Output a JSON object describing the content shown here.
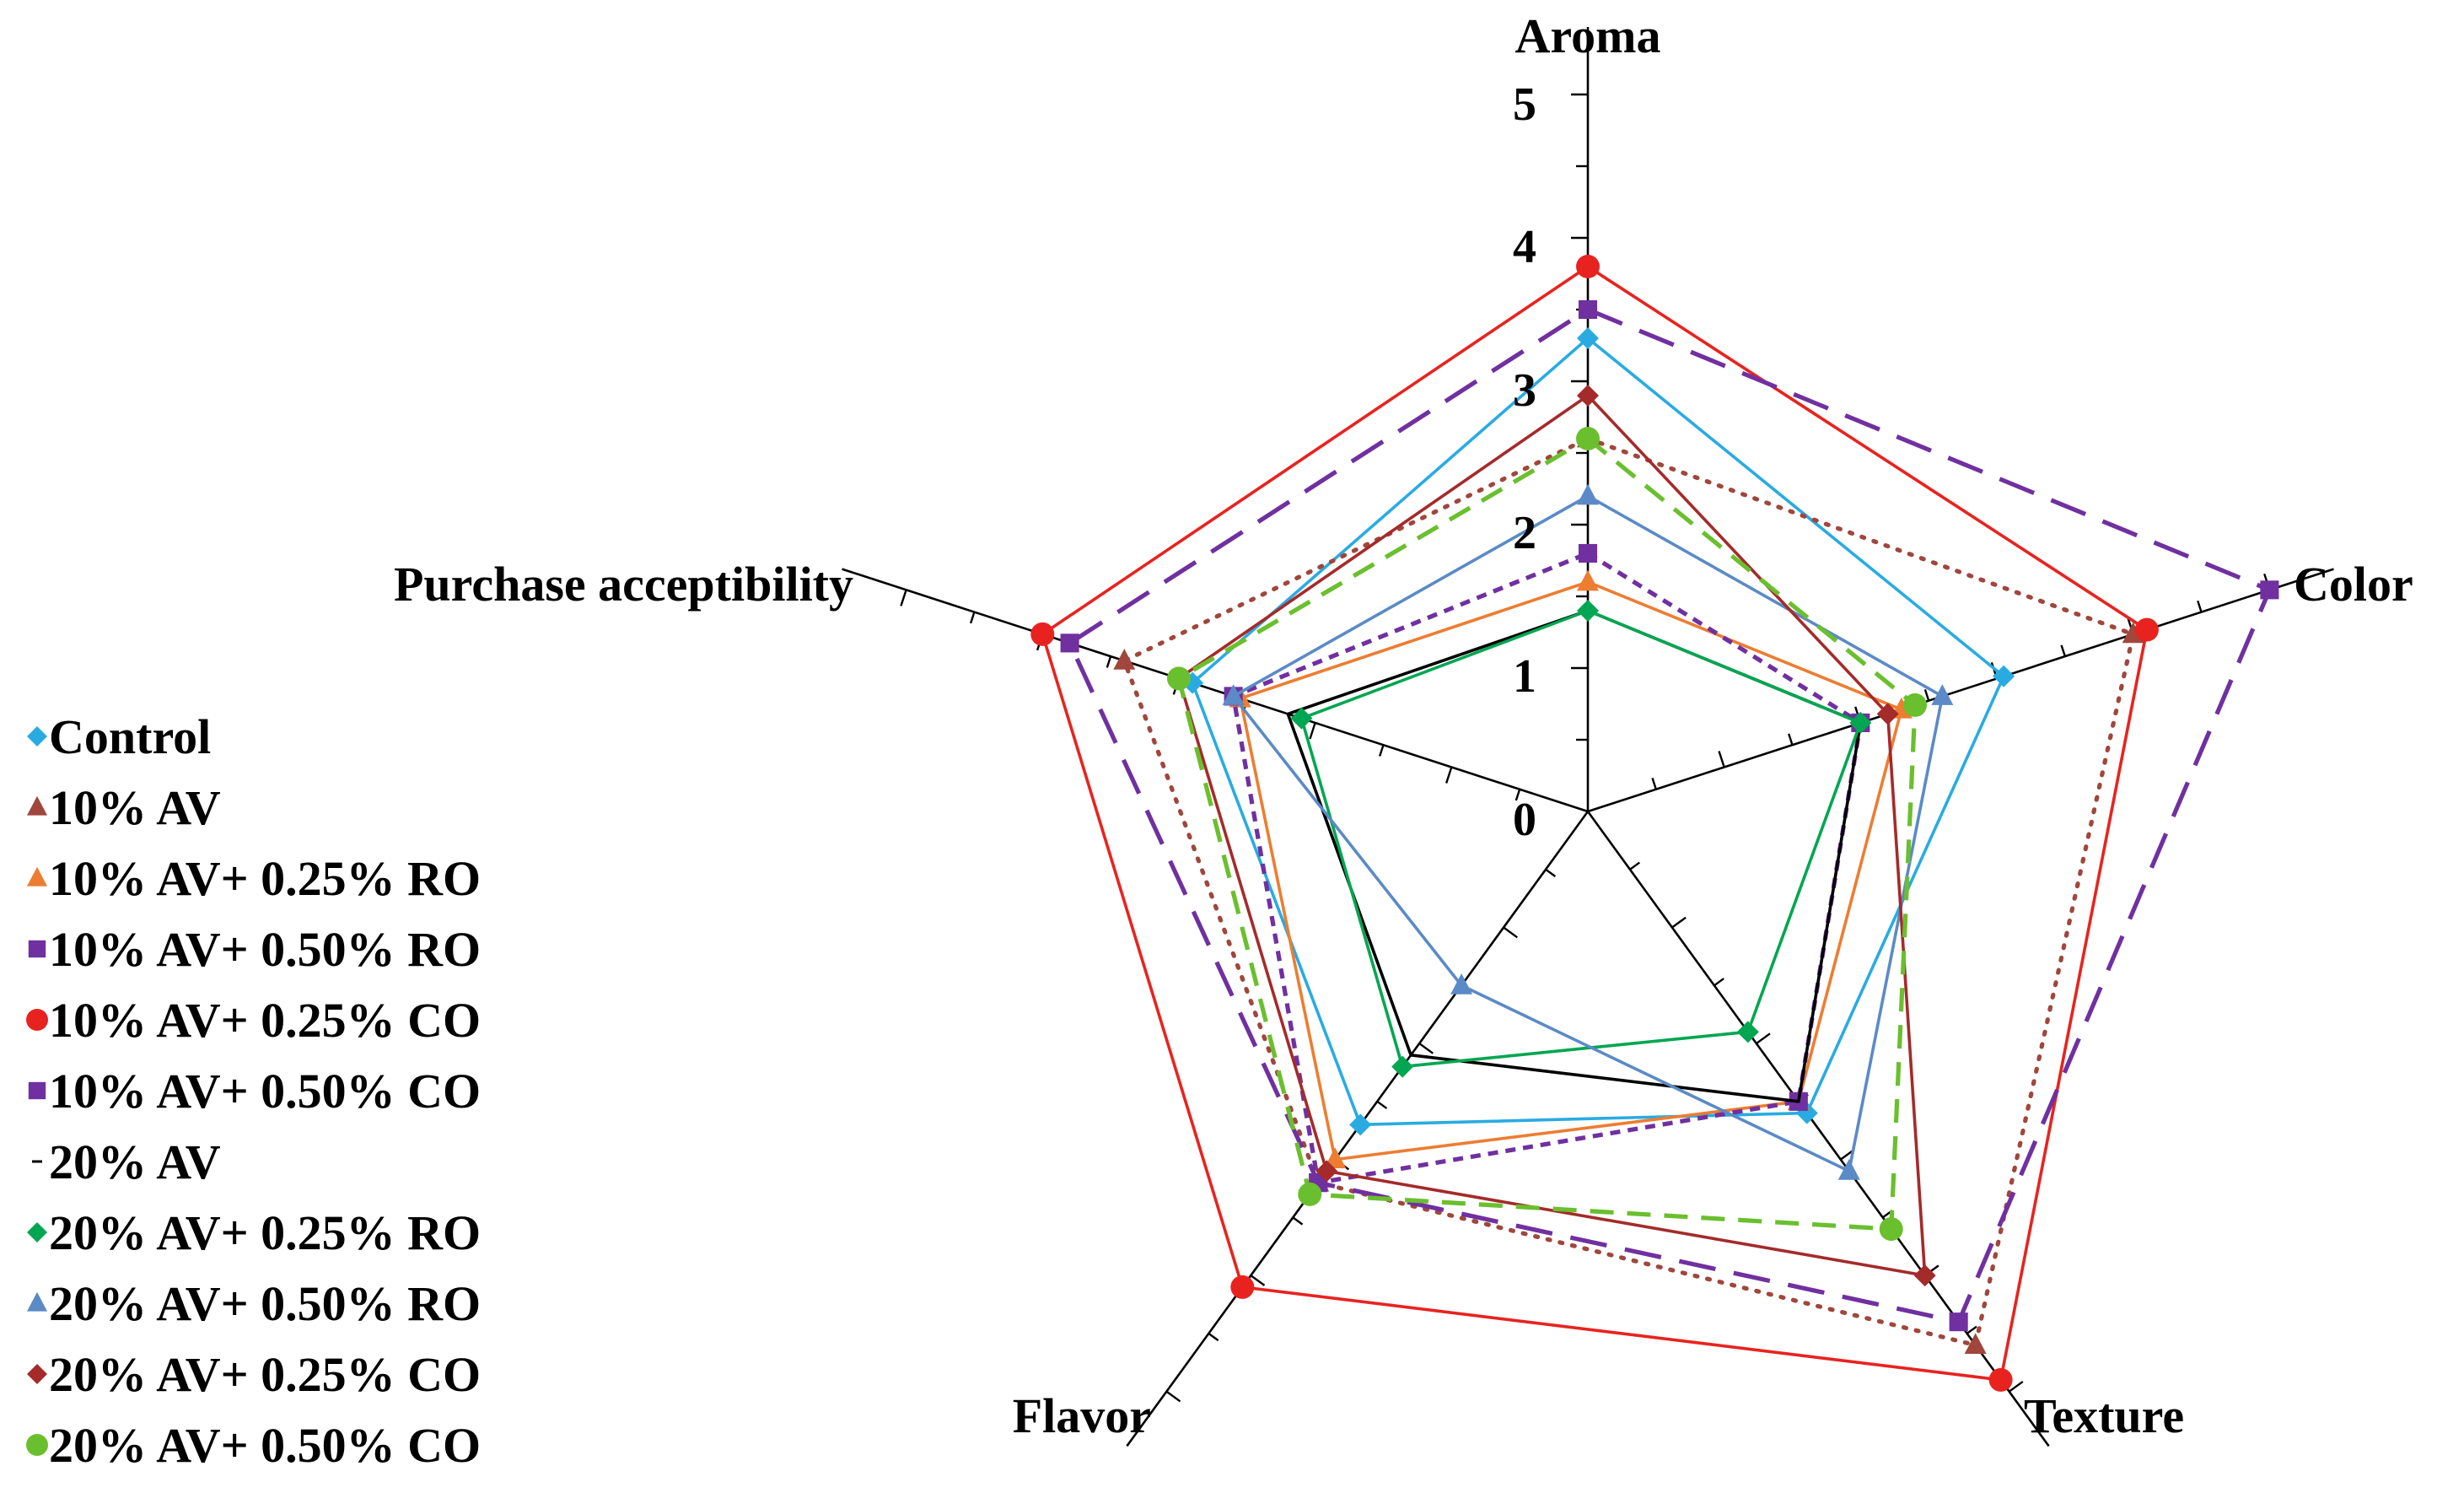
{
  "chart_data": {
    "type": "radar",
    "axes": [
      "Aroma",
      "Color",
      "Texture",
      "Flavor",
      "Purchase acceptibility"
    ],
    "rlim": [
      0,
      5
    ],
    "scale_ticks": [
      "0",
      "1",
      "2",
      "3",
      "4",
      "5"
    ],
    "legend_position": "left",
    "series": [
      {
        "name": "Control",
        "values": [
          3.3,
          3.05,
          2.6,
          2.7,
          2.9
        ],
        "color": "#29ABE2",
        "dash": "solid",
        "marker": "diamond"
      },
      {
        "name": "10% AV",
        "values": [
          2.6,
          4.0,
          4.6,
          3.2,
          3.4
        ],
        "color": "#A0463C",
        "dash": "dotted",
        "marker": "triangle"
      },
      {
        "name": "10% AV+ 0.25% RO",
        "values": [
          1.6,
          2.3,
          2.5,
          3.0,
          2.55
        ],
        "color": "#ED7D31",
        "dash": "solid",
        "marker": "triangle"
      },
      {
        "name": "10% AV+ 0.50% RO",
        "values": [
          1.8,
          2.0,
          2.5,
          3.2,
          2.6
        ],
        "color": "#7030A0",
        "dash": "short-dash",
        "marker": "square"
      },
      {
        "name": "10% AV+ 0.25% CO",
        "values": [
          3.8,
          4.1,
          4.9,
          4.1,
          4.0
        ],
        "color": "#E8231F",
        "dash": "solid",
        "marker": "circle"
      },
      {
        "name": "10% AV+ 0.50% CO",
        "values": [
          3.5,
          5.0,
          4.4,
          3.2,
          3.8
        ],
        "color": "#7030A0",
        "dash": "long-dash",
        "marker": "square"
      },
      {
        "name": "20% AV",
        "values": [
          1.4,
          2.0,
          2.5,
          2.1,
          2.2
        ],
        "color": "#000000",
        "dash": "solid",
        "marker": "none"
      },
      {
        "name": "20% AV+ 0.25% RO",
        "values": [
          1.4,
          2.0,
          1.9,
          2.2,
          2.1
        ],
        "color": "#00A651",
        "dash": "solid",
        "marker": "diamond"
      },
      {
        "name": "20% AV+ 0.50% RO",
        "values": [
          2.2,
          2.6,
          3.1,
          1.5,
          2.6
        ],
        "color": "#5B8AC6",
        "dash": "solid",
        "marker": "triangle"
      },
      {
        "name": "20% AV+ 0.25% CO",
        "values": [
          2.9,
          2.2,
          4.0,
          3.1,
          3.0
        ],
        "color": "#A52A2A",
        "dash": "solid",
        "marker": "diamond"
      },
      {
        "name": "20% AV+ 0.50% CO",
        "values": [
          2.6,
          2.4,
          3.6,
          3.3,
          3.0
        ],
        "color": "#6ABF2E",
        "dash": "dashed",
        "marker": "circle"
      }
    ]
  }
}
